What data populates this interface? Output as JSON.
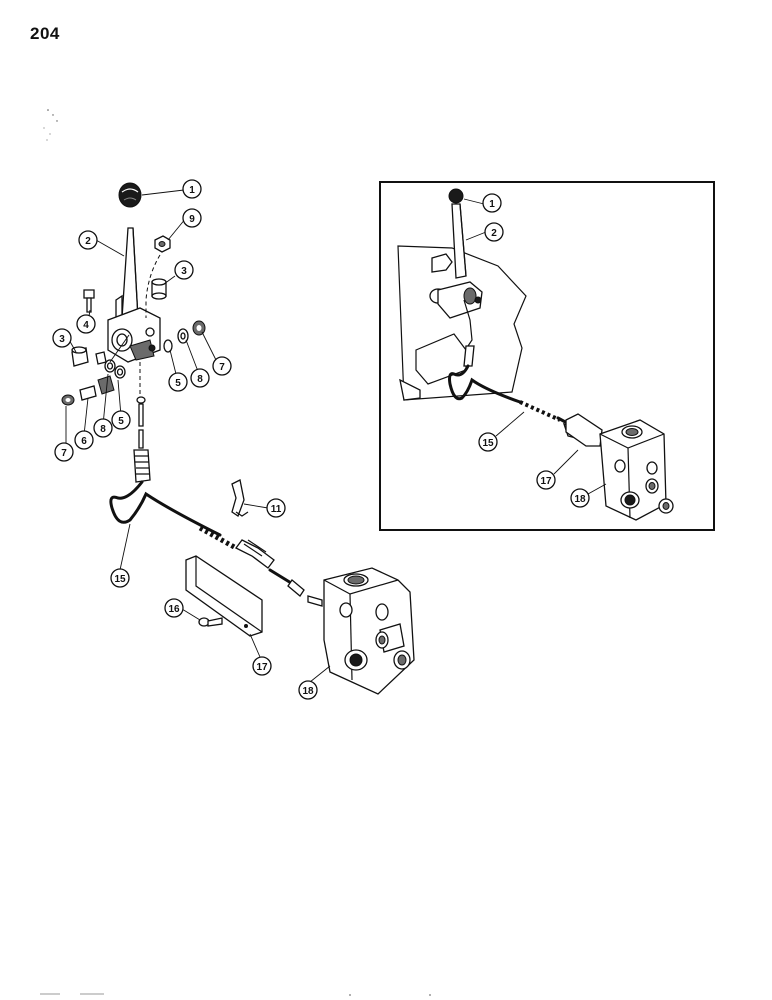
{
  "page": {
    "number": "204"
  },
  "callouts": {
    "c1": "1",
    "c2": "2",
    "c3a": "3",
    "c3b": "3",
    "c4": "4",
    "c5a": "5",
    "c5b": "5",
    "c6": "6",
    "c7a": "7",
    "c7b": "7",
    "c8a": "8",
    "c8b": "8",
    "c9": "9",
    "c11": "11",
    "c15": "15",
    "c16": "16",
    "c17": "17",
    "c18": "18"
  },
  "inset_callouts": {
    "c1": "1",
    "c2": "2",
    "c15": "15",
    "c17": "17",
    "c18": "18"
  }
}
